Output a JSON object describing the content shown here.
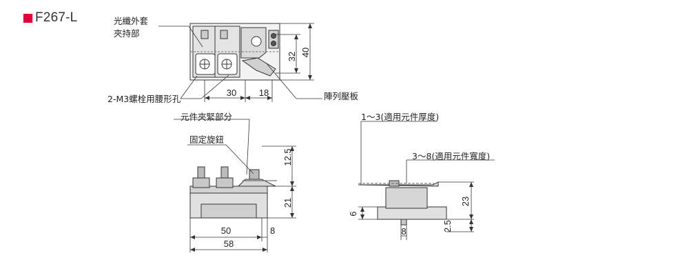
{
  "title": "F267-L",
  "colors": {
    "accent": "#e6003a",
    "part_fill": "#e9e9e9",
    "part_dark": "#b5b5b5",
    "line": "#333333"
  },
  "labels": {
    "fiber_clamp_line1": "光纖外套",
    "fiber_clamp_line2": "夾持部",
    "slot_holes": "2-M3螺栓用腰形孔",
    "array_plate": "陣列壓板",
    "element_clamp": "元件夾緊部分",
    "fixing_knob": "固定旋鈕",
    "thickness_range": "1～3(適用元件厚度)",
    "width_range": "3～8(適用元件寬度)"
  },
  "dimensions": {
    "top_32": "32",
    "top_40": "40",
    "top_30": "30",
    "top_18": "18",
    "front_12_5": "12.5",
    "front_21": "21",
    "front_50": "50",
    "front_8": "8",
    "front_58": "58",
    "side_6": "6",
    "side_23": "23",
    "side_8": "8",
    "side_2_5": "2.5"
  }
}
